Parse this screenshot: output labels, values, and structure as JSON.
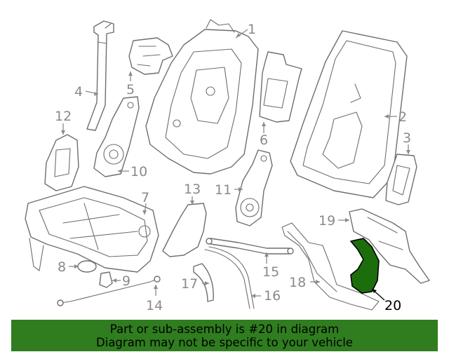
{
  "diagram": {
    "callouts": [
      "1",
      "2",
      "3",
      "4",
      "5",
      "6",
      "7",
      "8",
      "9",
      "10",
      "11",
      "12",
      "13",
      "14",
      "15",
      "16",
      "17",
      "18",
      "19",
      "20"
    ],
    "highlighted_part": "20"
  },
  "banner": {
    "line1": "Part or sub-assembly is #20 in diagram",
    "line2": "Diagram may not be specific to your vehicle"
  },
  "colors": {
    "highlight": "#1c6e0d",
    "banner": "#2f7d1f",
    "line_art": "#6e6e6e"
  }
}
